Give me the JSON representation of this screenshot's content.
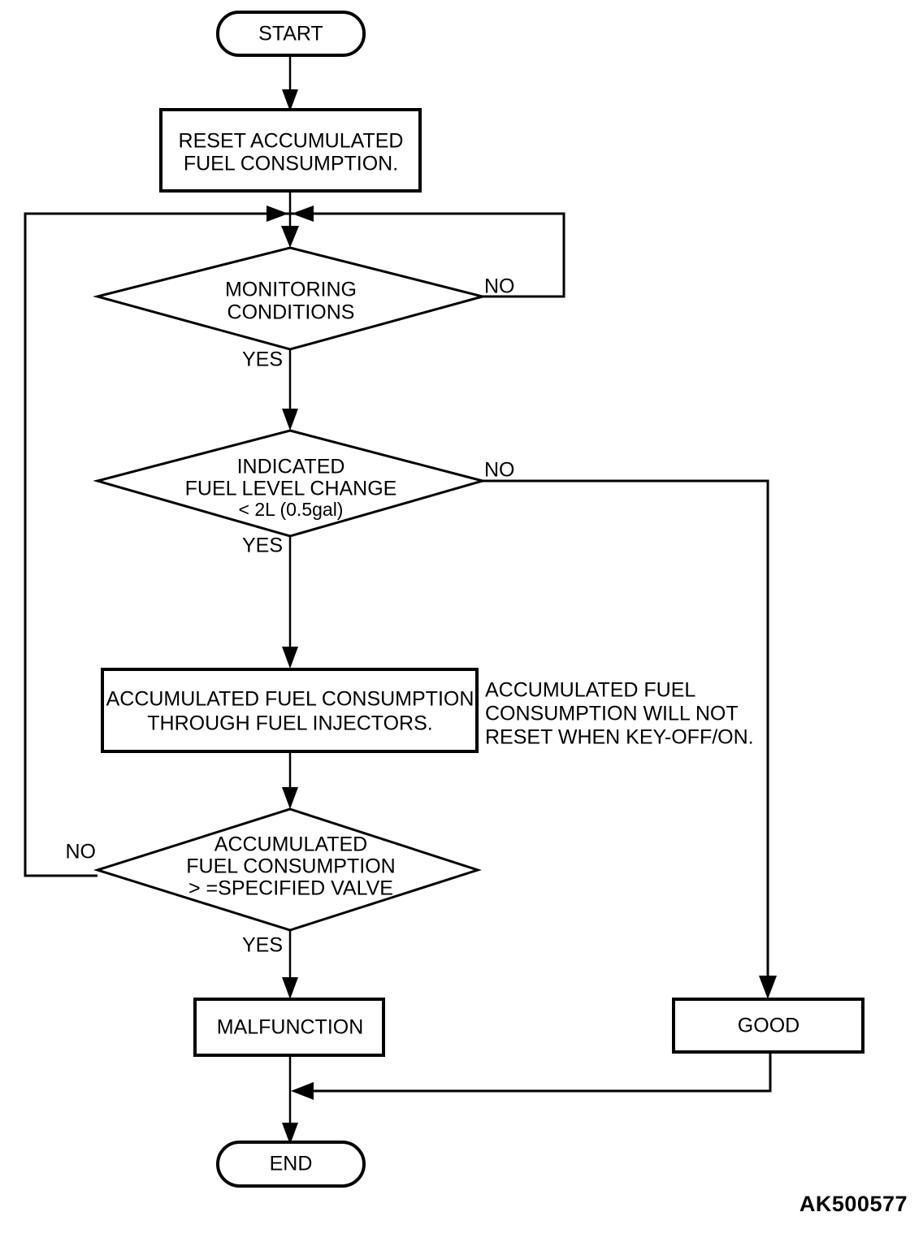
{
  "diagram": {
    "title": "Fuel Consumption Monitoring Logic Flowchart",
    "reference_code": "AK500577",
    "colors": {
      "stroke": "#000000",
      "fill": "#ffffff",
      "background": "#ffffff"
    },
    "nodes": {
      "start": {
        "label": "START",
        "type": "terminator"
      },
      "reset": {
        "line1": "RESET ACCUMULATED",
        "line2": "FUEL CONSUMPTION.",
        "type": "process"
      },
      "monitoring": {
        "line1": "MONITORING",
        "line2": "CONDITIONS",
        "type": "decision"
      },
      "fuel_level": {
        "line1": "INDICATED",
        "line2": "FUEL LEVEL CHANGE",
        "line3": "< 2L (0.5gal)",
        "type": "decision"
      },
      "accumulate": {
        "line1": "ACCUMULATED FUEL CONSUMPTION",
        "line2": "THROUGH FUEL INJECTORS.",
        "type": "process"
      },
      "compare": {
        "line1": "ACCUMULATED",
        "line2": "FUEL  CONSUMPTION",
        "line3": "> =SPECIFIED VALVE",
        "type": "decision"
      },
      "malfunction": {
        "label": "MALFUNCTION",
        "type": "process"
      },
      "good": {
        "label": "GOOD",
        "type": "process"
      },
      "end": {
        "label": "END",
        "type": "terminator"
      }
    },
    "branch_labels": {
      "monitoring_no": "NO",
      "monitoring_yes": "YES",
      "fuel_level_no": "NO",
      "fuel_level_yes": "YES",
      "compare_no": "NO",
      "compare_yes": "YES"
    },
    "note": {
      "line1": "ACCUMULATED FUEL",
      "line2": "CONSUMPTION WILL NOT",
      "line3": "RESET WHEN KEY-OFF/ON."
    }
  }
}
